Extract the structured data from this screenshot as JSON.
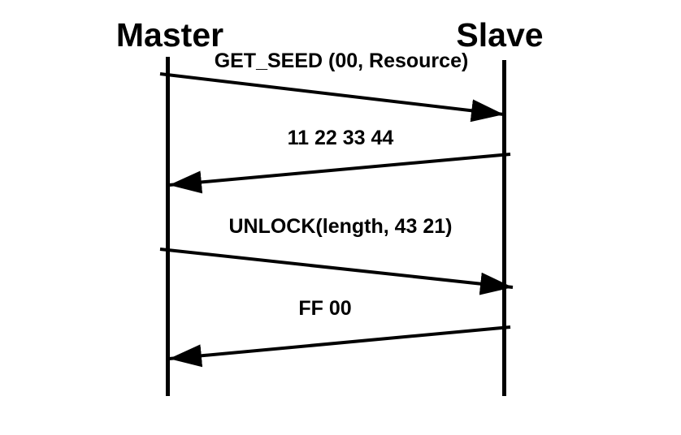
{
  "diagram": {
    "type": "sequence-diagram",
    "ink_color": "#000000",
    "background_color": "#ffffff",
    "actors": [
      {
        "id": "master",
        "label": "Master"
      },
      {
        "id": "slave",
        "label": "Slave"
      }
    ],
    "messages": [
      {
        "label": "GET_SEED (00, Resource)",
        "from": "Master",
        "to": "Slave"
      },
      {
        "label": "11 22 33 44",
        "from": "Slave",
        "to": "Master"
      },
      {
        "label": "UNLOCK(length, 43 21)",
        "from": "Master",
        "to": "Slave"
      },
      {
        "label": "FF 00",
        "from": "Slave",
        "to": "Master"
      }
    ]
  }
}
